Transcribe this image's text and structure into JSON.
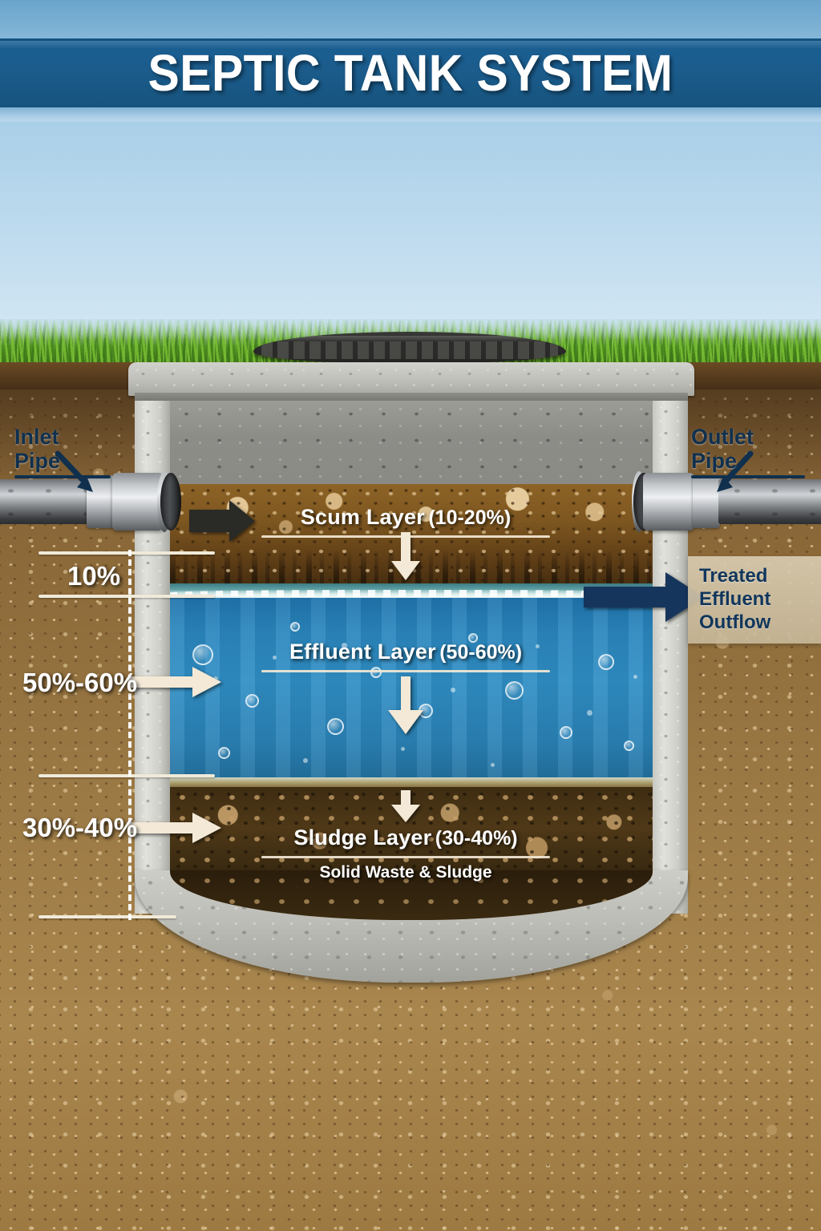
{
  "banner": {
    "title": "SEPTIC TANK SYSTEM",
    "bg_color": "#1a5f93",
    "text_color": "#ffffff"
  },
  "scene": {
    "sky_color_top": "#a9cfe8",
    "sky_color_bottom": "#d8eaf6",
    "grass_color": "#4f8f21",
    "soil_color": "#9a7844",
    "concrete_color": "#cfcfc9"
  },
  "pipes": {
    "inlet": {
      "label": "Inlet Pipe",
      "text_color": "#10304e"
    },
    "outlet": {
      "label": "Outlet Pipe",
      "text_color": "#10304e"
    }
  },
  "layers": [
    {
      "key": "scum",
      "name": "Scum Layer",
      "percent_label": "(10-20%)",
      "percent_min": 10,
      "percent_max": 20,
      "color": "#7d5620",
      "sublabel": ""
    },
    {
      "key": "effluent",
      "name": "Effluent Layer",
      "percent_label": "(50-60%)",
      "percent_min": 50,
      "percent_max": 60,
      "color": "#2a86bd",
      "sublabel": ""
    },
    {
      "key": "sludge",
      "name": "Sludge Layer",
      "percent_label": "(30-40%)",
      "percent_min": 30,
      "percent_max": 40,
      "color": "#4e3817",
      "sublabel": "Solid Waste & Sludge"
    }
  ],
  "scale": {
    "entries": [
      {
        "key": "scum-scale",
        "label": "10%"
      },
      {
        "key": "effluent-scale",
        "label": "50%-60%"
      },
      {
        "key": "sludge-scale",
        "label": "30%-40%"
      }
    ],
    "text_color": "#ffffff"
  },
  "outflow": {
    "line1": "Treated",
    "line2": "Effluent",
    "line3": "Outflow",
    "text_color": "#11365c",
    "panel_color": "#d8cbb0"
  },
  "icons": {
    "inlet_arrow": "arrow-right-icon",
    "outlet_arrow": "arrow-right-icon",
    "scum_down_arrow": "arrow-down-icon",
    "effluent_down_arrow": "arrow-down-icon",
    "sludge_down_arrow": "arrow-down-icon",
    "inlet_pointer": "arrow-down-right-icon",
    "outlet_pointer": "arrow-down-left-icon",
    "access_cover": "manhole-cover-icon"
  }
}
